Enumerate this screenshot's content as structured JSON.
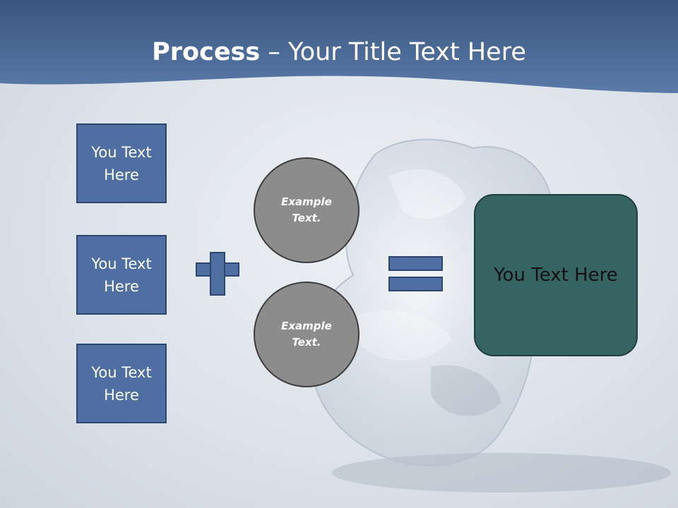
{
  "slide": {
    "title_bold": "Process",
    "title_rest": " – Your Title Text Here",
    "input_boxes": [
      "You Text Here",
      "You Text Here",
      "You Text Here"
    ],
    "circles": [
      "Example Text.",
      "Example Text."
    ],
    "result": "You Text Here"
  },
  "colors": {
    "banner": "#4a6794",
    "box_fill": "#4f6fa3",
    "circle_fill": "#8c8c8c",
    "result_fill": "#356462"
  }
}
